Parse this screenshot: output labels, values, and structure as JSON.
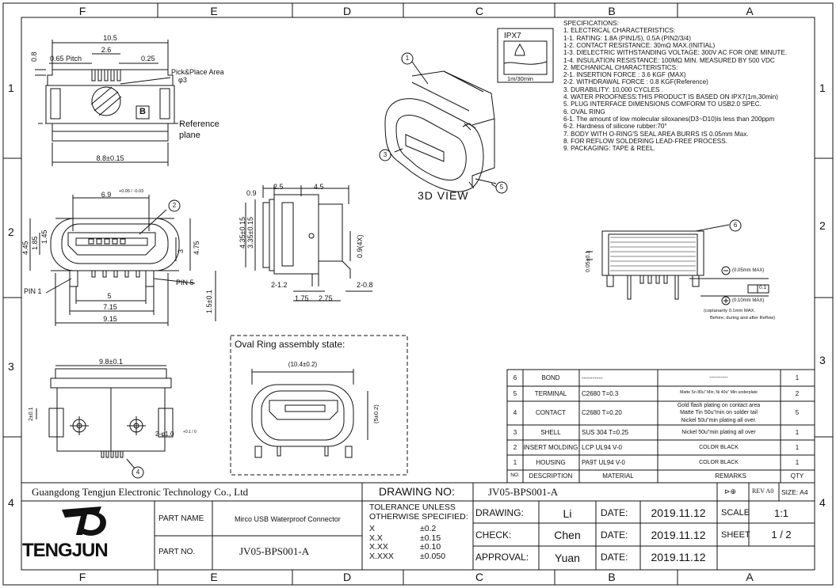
{
  "zones": {
    "columns": [
      "F",
      "E",
      "D",
      "C",
      "B",
      "A"
    ],
    "rows": [
      "1",
      "2",
      "3",
      "4"
    ]
  },
  "specifications": [
    "SPECIFICATIONS:",
    "1. ELECTRICAL CHARACTERISTICS:",
    "1-1. RATING: 1.8A (PIN1/5), 0.5A (PIN2/3/4)",
    "1-2. CONTACT RESISTANCE: 30mΩ  MAX.(INITIAL)",
    "1-3. DIELECTRIC WITHSTANDING VOLTAGE: 300V AC FOR ONE MINUTE.",
    "1-4. INSULATION RESISTANCE: 100MΩ MIN. MEASURED BY 500 VDC",
    "2. MECHANICAL CHARACTERISTICS:",
    "2-1. INSERTION FORCE : 3.6 KGF (MAX)",
    "2-2. WITHDRAWAL FORCE : 0.8 KGF(Reference)",
    "3. DURABILITY: 10,000 CYCLES .",
    "4. WATER PROOFNESS:THIS PRODUCT IS BASED   ON IPX7(1m,30min)",
    "5. PLUG INTERFACE DIMENSIONS COMFORM TO USB2.0 SPEC.",
    "6. OVAL RING",
    "6-1. The amount of low molecular siloxanes(D3~D10)is less than 200ppm",
    "6-2. Hardness of silicone rubber:70°",
    "7. BODY WITH O-RING'S SEAL AREA BURRS IS 0.05mm Max.",
    "8. FOR REFLOW SOLDERING LEAD-FREE PROCESS.",
    "9. PACKAGING: TAPE & REEL."
  ],
  "ipx": {
    "title": "IPX7",
    "caption": "1m/30min"
  },
  "view3d": {
    "label": "3D  VIEW"
  },
  "oval_ring": {
    "title": "Oval Ring assembly state:",
    "dim1": "(10.4±0.2)",
    "dim2": "(5±0.2)"
  },
  "top_view": {
    "dims": [
      "10.5",
      "2.6",
      "0.65 Pitch",
      "0.25",
      "0.8",
      "8.8±0.15"
    ],
    "pick_place": "Pick&Place Area",
    "pick_dia": "φ3",
    "ref_plane_1": "Reference",
    "ref_plane_2": "plane",
    "mark_b": "B"
  },
  "front_view": {
    "dims": [
      "6.9",
      "1.45",
      "1.85",
      "4.45",
      "4.75",
      "3",
      "5",
      "7.15",
      "9.15",
      "1.5±0.1"
    ],
    "tol_69": "+0.05 / -0.03",
    "pin1": "PIN 1",
    "pin5": "PIN 5"
  },
  "side_view": {
    "dims": [
      "0.9",
      "2.5",
      "4.5",
      "4.35±0.15",
      "3.35±0.15",
      "0.9(4X)",
      "2-1.2",
      "2-0.8",
      "1.75",
      "2.75"
    ]
  },
  "bottom_view": {
    "dims": [
      "9.8±0.1",
      "2±0.1",
      "2-φ1.0"
    ],
    "tol": "+0.1 / 0"
  },
  "flatness": {
    "dim": "0.05±0.1",
    "minus_label": "(0.05mm MAX)",
    "plus_label": "(0.10mm MAX)",
    "flat_val": "0.1",
    "note1": "(coplanarity 0.1mm MAX.",
    "note2": "Before, during and after Reflow)"
  },
  "balloons": [
    "1",
    "2",
    "3",
    "4",
    "5",
    "6"
  ],
  "bom": {
    "headers": [
      "NO.",
      "DESCRIPTION",
      "MATERIAL",
      "REMARKS",
      "QTY"
    ],
    "rows": [
      {
        "no": "6",
        "desc": "BOND",
        "mat": "----------",
        "rem": "----------",
        "qty": "1"
      },
      {
        "no": "5",
        "desc": "TERMINAL",
        "mat": "C2680  T=0.3",
        "rem": "Matte Sn 80u\" Min; Ni 40u\" Min underplate",
        "qty": "2"
      },
      {
        "no": "4",
        "desc": "CONTACT",
        "mat": "C2680  T=0.20",
        "rem": "Gold flash plating on contact area|Matte Tin 50u\"min on solder tail|Nickel 50u\"min plating all over.",
        "qty": "5"
      },
      {
        "no": "3",
        "desc": "SHELL",
        "mat": "SUS 304 T=0.25",
        "rem": "Nickel 50u\"min plating all over",
        "qty": "1"
      },
      {
        "no": "2",
        "desc": "INSERT MOLDING",
        "mat": "LCP UL94 V-0",
        "rem": "COLOR BLACK",
        "qty": "1"
      },
      {
        "no": "1",
        "desc": "HOUSING",
        "mat": "PA9T UL94 V-0",
        "rem": "COLOR BLACK",
        "qty": "1"
      }
    ]
  },
  "title_block": {
    "company": "Guangdong Tengjun Electronic Technology Co., Ltd",
    "drawing_no_label": "DRAWING NO:",
    "drawing_no": "JV05-BPS001-A",
    "rev_label": "REV A0",
    "size_label": "SIZE: A4",
    "logo_text": "TENGJUN",
    "part_name_label": "PART NAME",
    "part_name": "Mirco USB Waterproof Connector",
    "part_no_label": "PART NO.",
    "part_no": "JV05-BPS001-A",
    "tolerance_title_1": "TOLERANCE  UNLESS",
    "tolerance_title_2": "OTHERWISE  SPECIFIED:",
    "tolerances": [
      {
        "fmt": "X",
        "val": "±0.2"
      },
      {
        "fmt": "X.X",
        "val": "±0.15"
      },
      {
        "fmt": "X.XX",
        "val": "±0.10"
      },
      {
        "fmt": "X.XXX",
        "val": "±0.050"
      }
    ],
    "drawing_label": "DRAWING:",
    "drawing_by": "Li",
    "check_label": "CHECK:",
    "check_by": "Chen",
    "approval_label": "APPROVAL:",
    "approval_by": "Yuan",
    "date_label": "DATE:",
    "date1": "2019.11.12",
    "date2": "2019.11.12",
    "date3": "2019.11.12",
    "scale_label": "SCALE",
    "scale": "1:1",
    "sheet_label": "SHEET",
    "sheet": "1 / 2"
  }
}
